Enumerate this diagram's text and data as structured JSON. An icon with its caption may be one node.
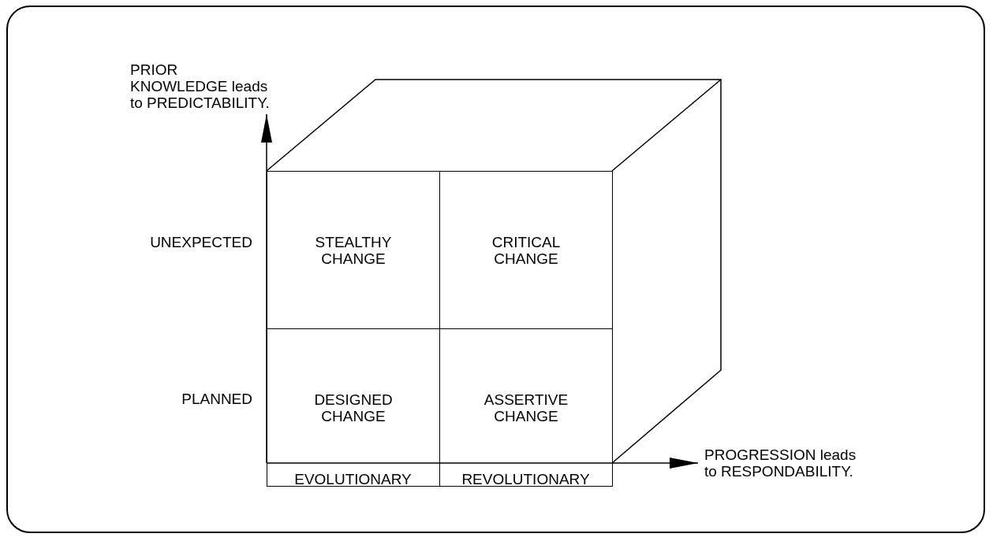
{
  "diagram": {
    "nodes": [
      {
        "text": [
          "STEALTHY CHANGE"
        ]
      },
      {
        "text": [
          "CRITICAL CHANGE"
        ]
      },
      {
        "text": [
          "DESIGNED CHANGE"
        ]
      },
      {
        "text": [
          "ASSERTIVE CHANGE"
        ]
      }
    ],
    "edges": [],
    "labels": [
      "PRIOR KNOWLEDGE leads to PREDICTABILITY.",
      "UNEXPECTED",
      "PLANNED",
      "EVOLUTIONARY",
      "REVOLUTIONARY",
      "PROGRESSION leads to RESPONDABILITY."
    ]
  }
}
